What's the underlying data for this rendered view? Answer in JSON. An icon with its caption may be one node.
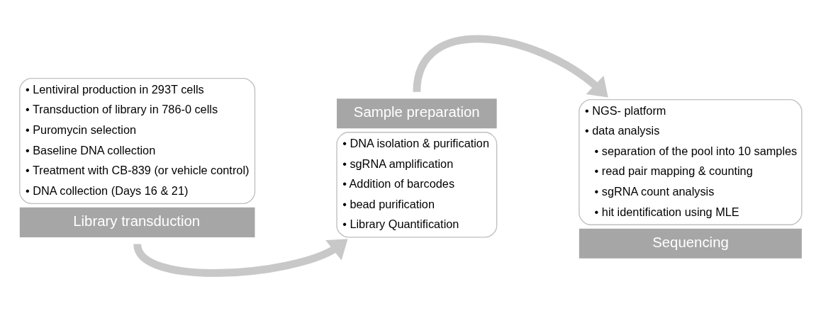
{
  "diagram": {
    "nodes": [
      {
        "text": [
          "• Lentiviral production in 293T cells",
          "• Transduction of library in 786-0 cells",
          "• Puromycin selection",
          "• Baseline DNA collection",
          "• Treatment with CB-839 (or vehicle control)",
          "• DNA collection (Days 16 & 21)",
          "Library transduction"
        ]
      },
      {
        "text": [
          "Sample preparation",
          "• DNA isolation & purification",
          "• sgRNA amplification",
          "• Addition of barcodes",
          "• bead purification",
          "• Library Quantification"
        ]
      },
      {
        "text": [
          "• NGS- platform",
          "• data analysis",
          "• separation of the pool into 10 samples",
          "• read pair mapping & counting",
          "• sgRNA count analysis",
          "• hit identification using MLE",
          "Sequencing"
        ]
      }
    ],
    "edges": [
      {
        "from": 0,
        "to": 1,
        "arrow": "to"
      },
      {
        "from": 1,
        "to": 2,
        "arrow": "to"
      }
    ]
  }
}
